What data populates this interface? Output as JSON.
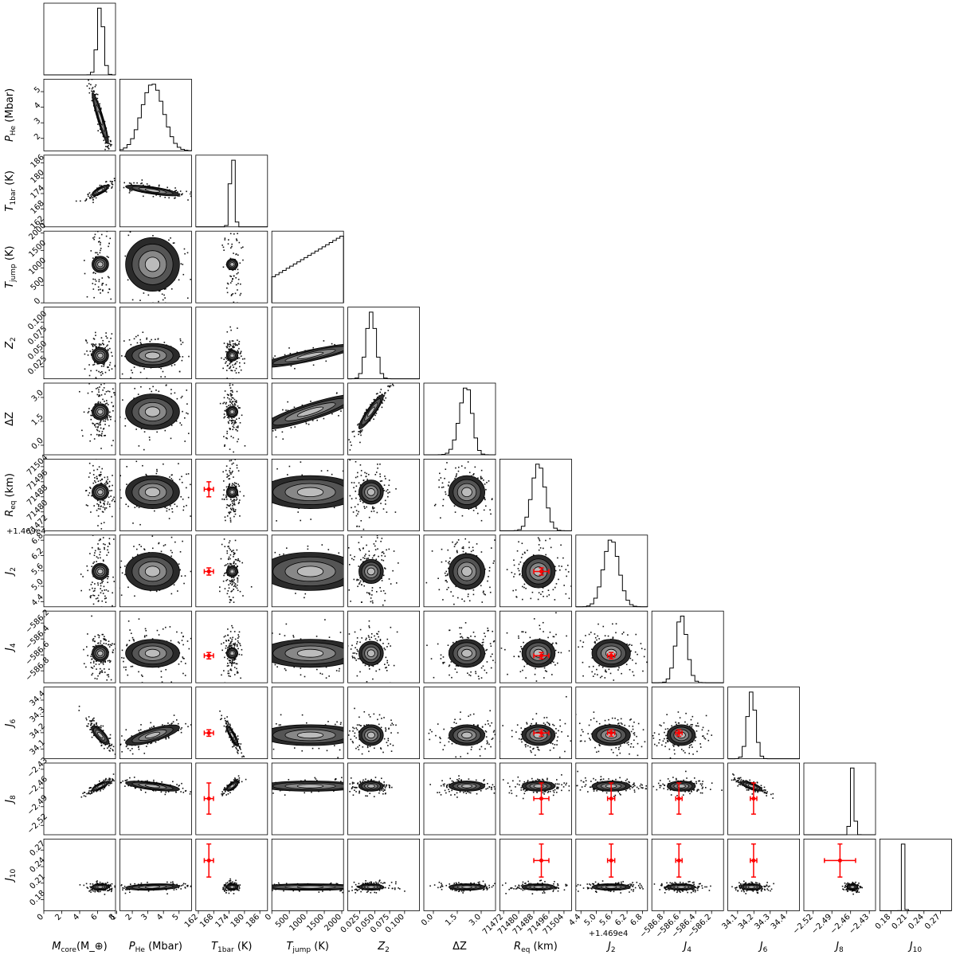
{
  "chart_data": {
    "type": "corner",
    "parameters": [
      {
        "id": "mcore",
        "label": "M_core(M_⊕)",
        "lim": [
          0,
          8
        ],
        "xticks": [
          "0",
          "2",
          "4",
          "6",
          "8"
        ],
        "yticks": [],
        "offset": "",
        "mean": 6.3,
        "sd": 0.35,
        "hist_shape": "narrow-peak"
      },
      {
        "id": "phe",
        "label": "P_He (Mbar)",
        "lim": [
          1.2,
          5.8
        ],
        "xticks": [
          "1",
          "2",
          "3",
          "4",
          "5"
        ],
        "yticks": [
          "2",
          "3",
          "4",
          "5"
        ],
        "offset": "",
        "mean": 3.3,
        "sd": 0.7,
        "hist_shape": "gaussian"
      },
      {
        "id": "t1bar",
        "label": "T_1bar (K)",
        "lim": [
          161,
          189
        ],
        "xticks": [
          "162",
          "168",
          "174",
          "180",
          "186"
        ],
        "yticks": [
          "162",
          "168",
          "174",
          "180",
          "186"
        ],
        "offset": "",
        "mean": 175.2,
        "sd": 0.8,
        "hist_shape": "narrow-peak"
      },
      {
        "id": "tjump",
        "label": "T_jump (K)",
        "lim": [
          0,
          2050
        ],
        "xticks": [
          "0",
          "500",
          "1000",
          "1500",
          "2000"
        ],
        "yticks": [
          "0",
          "500",
          "1000",
          "1500",
          "2000"
        ],
        "offset": "",
        "mean": 1100,
        "sd": 580,
        "hist_shape": "rising"
      },
      {
        "id": "z2",
        "label": "Z_2",
        "lim": [
          0.005,
          0.125
        ],
        "xticks": [
          "0.025",
          "0.050",
          "0.075",
          "0.100"
        ],
        "yticks": [
          "0.025",
          "0.050",
          "0.075",
          "0.100"
        ],
        "offset": "",
        "mean": 0.044,
        "sd": 0.008,
        "hist_shape": "gaussian"
      },
      {
        "id": "dz",
        "label": "ΔZ",
        "lim": [
          -0.6,
          3.9
        ],
        "xticks": [
          "0.0",
          "1.5",
          "3.0"
        ],
        "yticks": [
          "0.0",
          "1.5",
          "3.0"
        ],
        "offset": "",
        "mean": 2.1,
        "sd": 0.45,
        "hist_shape": "skewed"
      },
      {
        "id": "req",
        "label": "R_eq (km)",
        "lim": [
          71470,
          71508
        ],
        "xticks": [
          "71472",
          "71480",
          "71488",
          "71496",
          "71504"
        ],
        "yticks": [
          "71472",
          "71480",
          "71488",
          "71496",
          "71504"
        ],
        "offset": "",
        "mean": 71490.5,
        "sd": 3.5,
        "hist_shape": "gaussian"
      },
      {
        "id": "j2",
        "label": "J_2",
        "lim": [
          4.2,
          7.0
        ],
        "xticks": [
          "4.4",
          "5.0",
          "5.6",
          "6.2",
          "6.8"
        ],
        "yticks": [
          "4.4",
          "5.0",
          "5.6",
          "6.2",
          "6.8"
        ],
        "offset": "+1.469e4",
        "mean": 5.58,
        "sd": 0.3,
        "hist_shape": "gaussian"
      },
      {
        "id": "j4",
        "label": "J_4",
        "lim": [
          -586.95,
          -586.05
        ],
        "xticks": [
          "−586.8",
          "−586.6",
          "−586.4",
          "−586.2"
        ],
        "yticks": [
          "−586.8",
          "−586.6",
          "−586.4",
          "−586.2"
        ],
        "offset": "",
        "mean": -586.58,
        "sd": 0.07,
        "hist_shape": "gaussian"
      },
      {
        "id": "j6",
        "label": "J_6",
        "lim": [
          34.04,
          34.48
        ],
        "xticks": [
          "34.1",
          "34.2",
          "34.3",
          "34.4"
        ],
        "yticks": [
          "34.1",
          "34.2",
          "34.3",
          "34.4"
        ],
        "offset": "",
        "mean": 34.185,
        "sd": 0.025,
        "hist_shape": "narrow-peak"
      },
      {
        "id": "j8",
        "label": "J_8",
        "lim": [
          -2.535,
          -2.42
        ],
        "xticks": [
          "−2.52",
          "−2.49",
          "−2.46",
          "−2.43"
        ],
        "yticks": [
          "−2.52",
          "−2.49",
          "−2.46",
          "−2.43"
        ],
        "offset": "",
        "mean": -2.457,
        "sd": 0.003,
        "hist_shape": "narrow-peak"
      },
      {
        "id": "j10",
        "label": "J_10",
        "lim": [
          0.16,
          0.29
        ],
        "xticks": [
          "0.18",
          "0.21",
          "0.24",
          "0.27"
        ],
        "yticks": [
          "0.18",
          "0.21",
          "0.24",
          "0.27"
        ],
        "offset": "",
        "mean": 0.203,
        "sd": 0.002,
        "hist_shape": "narrow-peak"
      }
    ],
    "correlations": {
      "1-0": -0.95,
      "2-0": 0.85,
      "2-1": -0.8,
      "4-3": 0.9,
      "5-3": 0.9,
      "5-4": 0.95,
      "9-0": -0.85,
      "9-1": 0.8,
      "9-2": -0.9,
      "10-0": 0.85,
      "10-1": -0.7,
      "10-2": 0.8,
      "10-9": -0.8,
      "11-1": 0.3
    },
    "constraints": {
      "t1bar": {
        "value": 166.1,
        "err": 1.8
      },
      "req": {
        "value": 71492,
        "err": 4
      },
      "j2": {
        "value": 5.58,
        "err": 0.14
      },
      "j4": {
        "value": -586.61,
        "err": 0.04
      },
      "j6": {
        "value": 34.198,
        "err": 0.02
      },
      "j8": {
        "value": -2.477,
        "err": 0.025
      },
      "j10": {
        "value": 0.251,
        "err": 0.03
      }
    },
    "observation_color": "#ff0000",
    "contour_color": "#000000",
    "grid": false,
    "legend": "none"
  }
}
